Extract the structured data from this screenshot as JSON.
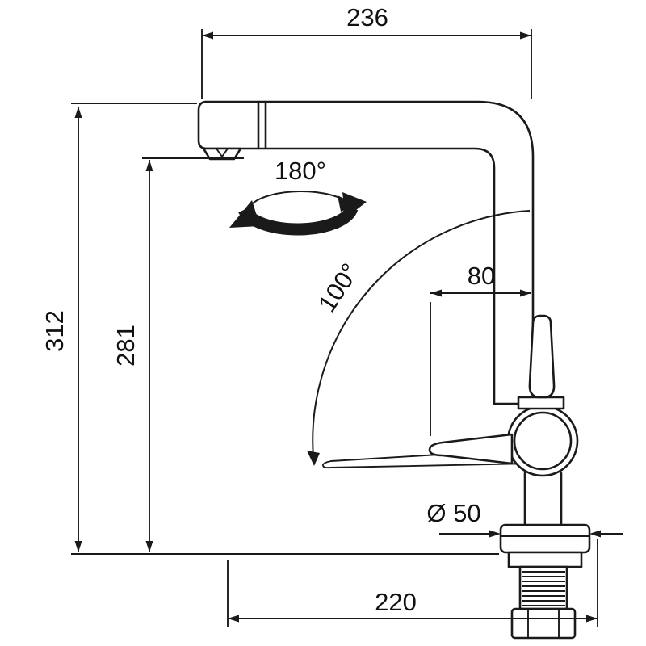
{
  "drawing": {
    "dim_spout_reach": "236",
    "dim_total_height": "312",
    "dim_spout_height": "281",
    "handle_rotation": "180°",
    "swivel_angle": "100°",
    "dim_handle_length": "80",
    "dim_base_diameter": "Ø 50",
    "dim_base_depth": "220"
  },
  "colors": {
    "line": "#1a1a1a",
    "background": "#ffffff"
  }
}
